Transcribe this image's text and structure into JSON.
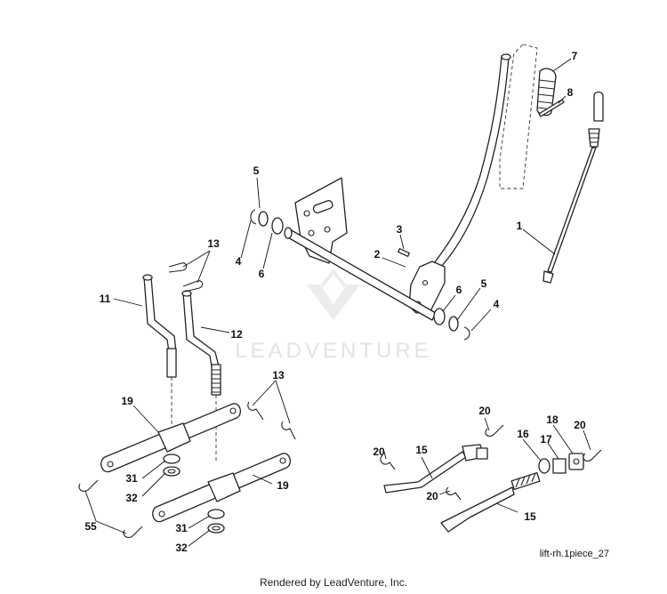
{
  "watermark": "LEADVENTURE",
  "reference_code": "lift-rh.1piece_27",
  "footer_text": "Rendered by LeadVenture, Inc.",
  "callouts": [
    {
      "id": "c1",
      "text": "1"
    },
    {
      "id": "c2",
      "text": "2"
    },
    {
      "id": "c3",
      "text": "3"
    },
    {
      "id": "c4a",
      "text": "4"
    },
    {
      "id": "c4b",
      "text": "4"
    },
    {
      "id": "c5a",
      "text": "5"
    },
    {
      "id": "c5b",
      "text": "5"
    },
    {
      "id": "c6a",
      "text": "6"
    },
    {
      "id": "c6b",
      "text": "6"
    },
    {
      "id": "c7",
      "text": "7"
    },
    {
      "id": "c8",
      "text": "8"
    },
    {
      "id": "c11",
      "text": "11"
    },
    {
      "id": "c12",
      "text": "12"
    },
    {
      "id": "c13a",
      "text": "13"
    },
    {
      "id": "c13b",
      "text": "13"
    },
    {
      "id": "c15a",
      "text": "15"
    },
    {
      "id": "c15b",
      "text": "15"
    },
    {
      "id": "c16",
      "text": "16"
    },
    {
      "id": "c17",
      "text": "17"
    },
    {
      "id": "c18",
      "text": "18"
    },
    {
      "id": "c19a",
      "text": "19"
    },
    {
      "id": "c19b",
      "text": "19"
    },
    {
      "id": "c20a",
      "text": "20"
    },
    {
      "id": "c20b",
      "text": "20"
    },
    {
      "id": "c20c",
      "text": "20"
    },
    {
      "id": "c20d",
      "text": "20"
    },
    {
      "id": "c31a",
      "text": "31"
    },
    {
      "id": "c31b",
      "text": "31"
    },
    {
      "id": "c32a",
      "text": "32"
    },
    {
      "id": "c32b",
      "text": "32"
    },
    {
      "id": "c55",
      "text": "55"
    }
  ]
}
